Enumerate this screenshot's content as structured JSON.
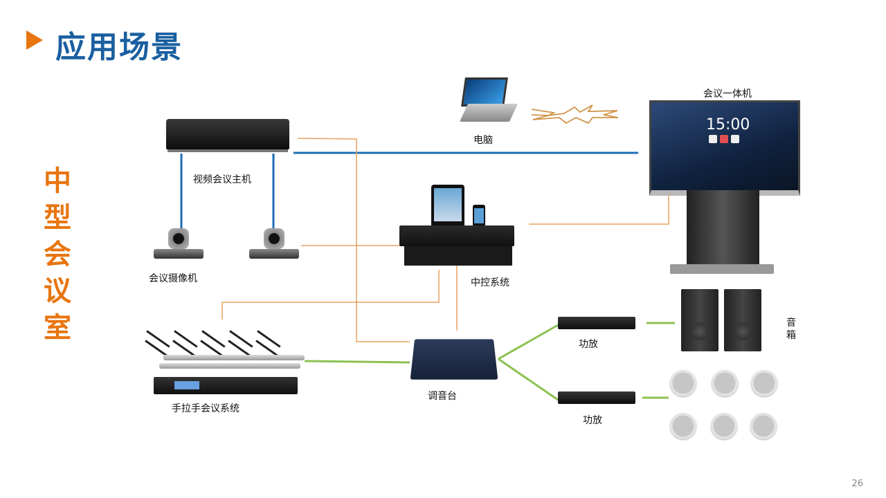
{
  "slide": {
    "title": "应用场景",
    "side_title": [
      "中",
      "型",
      "会",
      "议",
      "室"
    ],
    "page_number": "26"
  },
  "colors": {
    "title_blue": "#1a5fa0",
    "accent_orange": "#e8750f",
    "network_line": "#1f6db5",
    "control_line": "#e8a060",
    "audio_line": "#8cc152"
  },
  "devices": {
    "video_host": {
      "label": "视频会议主机",
      "icon": "video-conference-host-icon"
    },
    "laptop": {
      "label": "电脑",
      "icon": "laptop-icon"
    },
    "wireless": {
      "icon": "wireless-signal-icon"
    },
    "display": {
      "label": "会议一体机",
      "icon": "interactive-display-icon",
      "screen_time": "15:00"
    },
    "cameras": {
      "label": "会议摄像机",
      "icon": "ptz-camera-icon"
    },
    "central_control": {
      "label": "中控系统",
      "icon": "central-control-icon"
    },
    "mic_system": {
      "label": "手拉手会议系统",
      "icon": "conference-mic-system-icon"
    },
    "mixer": {
      "label": "调音台",
      "icon": "audio-mixer-icon"
    },
    "amp_1": {
      "label": "功放",
      "icon": "amplifier-icon"
    },
    "amp_2": {
      "label": "功放",
      "icon": "amplifier-icon"
    },
    "speakers": {
      "label": "音箱",
      "icon": "speaker-icon"
    },
    "ceiling_speakers": {
      "icon": "ceiling-speaker-icon"
    }
  }
}
